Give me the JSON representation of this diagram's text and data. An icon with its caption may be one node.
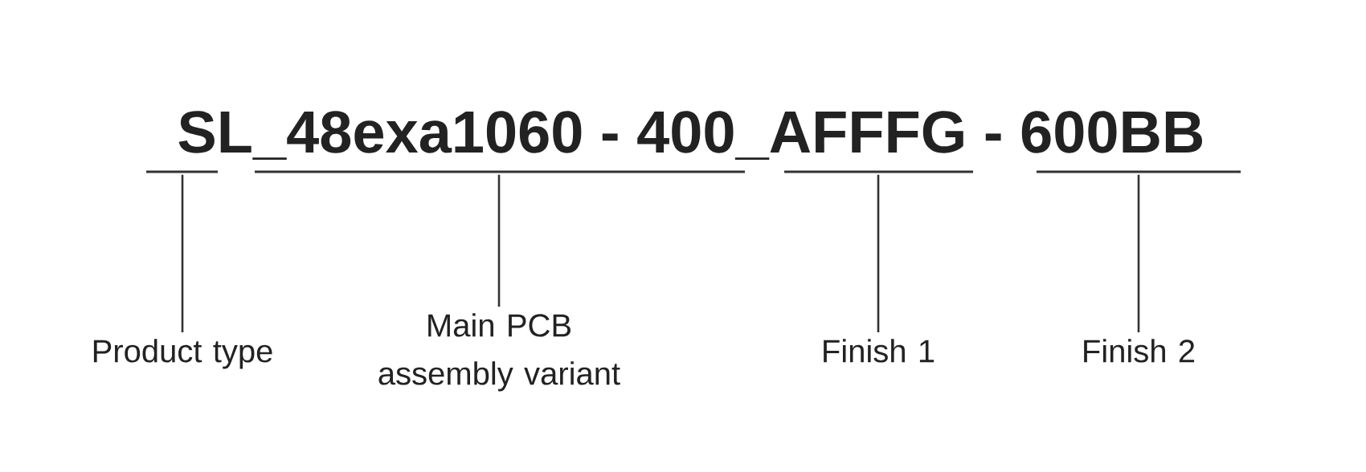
{
  "diagram": {
    "title": "SL_48exa1060 - 400_AFFFG - 600BB",
    "nodes": [
      {
        "text": [],
        "shape": "bar"
      },
      {
        "text": [],
        "shape": "bar"
      },
      {
        "text": [],
        "shape": "bar"
      },
      {
        "text": [],
        "shape": "bar"
      },
      {
        "text": [
          "Product type"
        ]
      },
      {
        "text": [
          "Main PCB assembly variant"
        ]
      },
      {
        "text": [
          "Finish 1"
        ]
      },
      {
        "text": [
          "Finish 2"
        ]
      }
    ],
    "edges": [
      {
        "from": 4,
        "to": 0,
        "arrow": "none"
      },
      {
        "from": 5,
        "to": 1,
        "arrow": "none"
      },
      {
        "from": 6,
        "to": 2,
        "arrow": "none"
      },
      {
        "from": 7,
        "to": 3,
        "arrow": "none"
      }
    ]
  }
}
